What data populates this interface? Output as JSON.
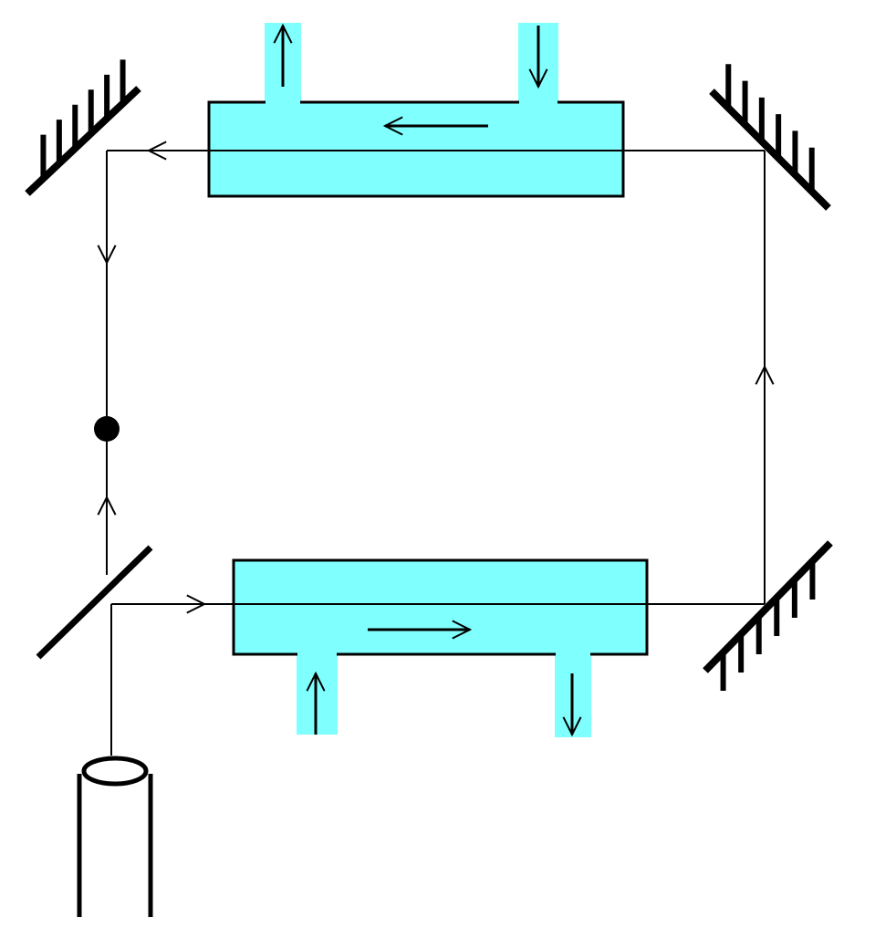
{
  "diagram": {
    "colors": {
      "liquid": "#80FFFF",
      "line": "#000000",
      "background": "#FFFFFF"
    },
    "components": [
      "laser",
      "beam-splitter",
      "mirror",
      "mirror",
      "mirror",
      "flow-tube-top",
      "flow-tube-bottom",
      "detector-point"
    ]
  }
}
